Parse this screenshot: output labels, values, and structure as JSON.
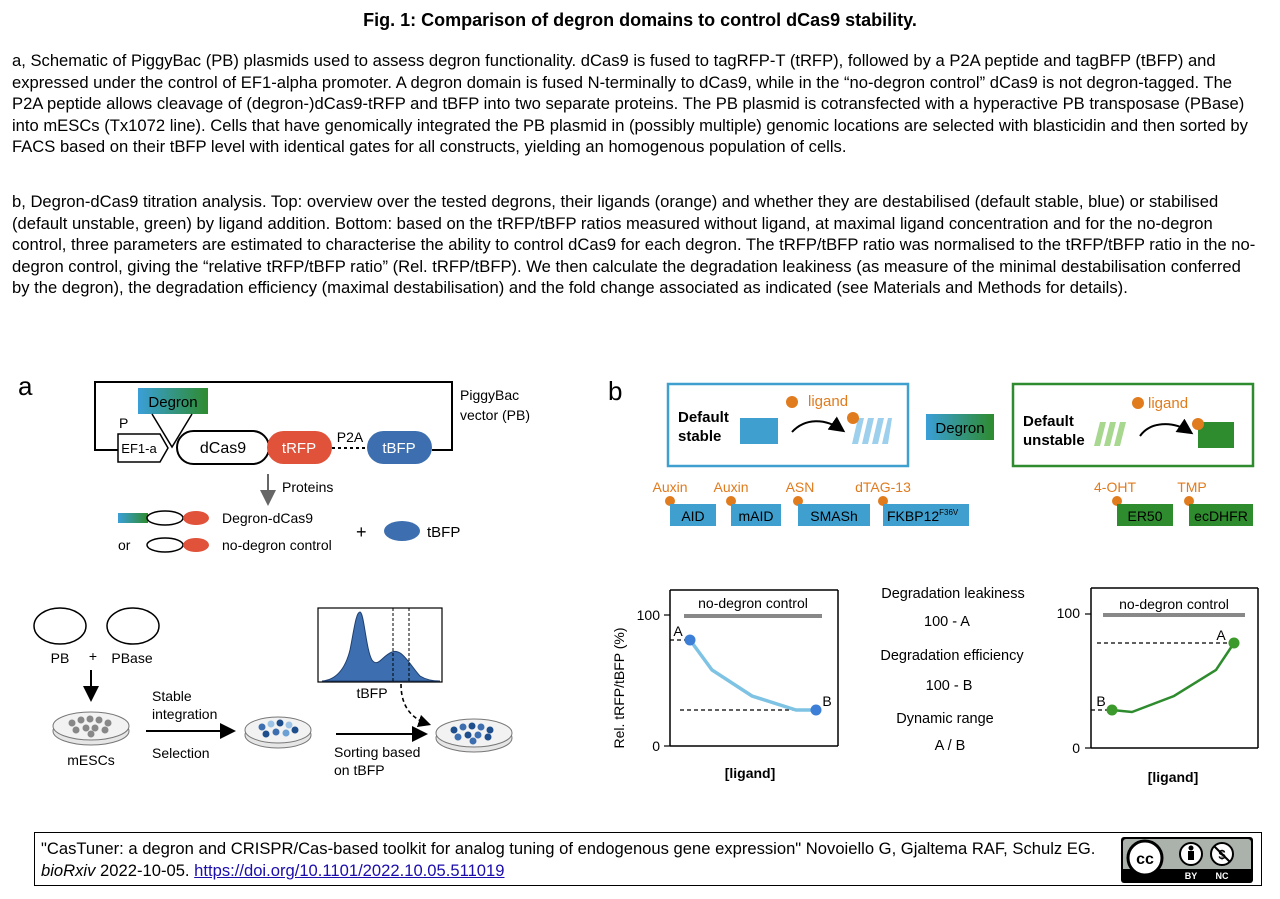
{
  "title": "Fig. 1: Comparison of degron domains to control dCas9 stability.",
  "legend": {
    "para_a": "a, Schematic of PiggyBac (PB) plasmids used to assess degron functionality. dCas9 is fused to tagRFP-T (tRFP), followed by a P2A peptide and tagBFP (tBFP) and expressed under the control of EF1-alpha promoter. A degron domain is fused N-terminally to dCas9, while in the “no-degron control” dCas9 is not degron-tagged. The P2A peptide allows cleavage of (degron-)dCas9-tRFP and tBFP into two separate proteins. The PB plasmid is cotransfected with a hyperactive PB transposase (PBase) into mESCs (Tx1072 line). Cells that have genomically integrated the PB plasmid in (possibly multiple) genomic locations are selected with blasticidin and then sorted by FACS based on their tBFP level with identical gates for all constructs, yielding an homogenous population of cells.",
    "para_b": "b, Degron-dCas9 titration analysis. Top: overview over the tested degrons, their ligands (orange) and whether they are destabilised (default stable, blue) or stabilised (default unstable, green) by ligand addition. Bottom: based on the tRFP/tBFP ratios measured without ligand, at maximal ligand concentration and for the no-degron control, three parameters are estimated to characterise the ability to control dCas9 for each degron. The tRFP/tBFP ratio was normalised to the tRFP/tBFP ratio in the no-degron control, giving the “relative tRFP/tBFP ratio” (Rel. tRFP/tBFP). We then calculate the degradation leakiness (as measure of the minimal destabilisation conferred by the degron), the degradation efficiency (maximal destabilisation) and the fold change associated as indicated (see Materials and Methods for details)."
  },
  "panel_a": {
    "letter": "a",
    "vector_label_1": "PiggyBac",
    "vector_label_2": "vector (PB)",
    "degron": "Degron",
    "promoter_p": "P",
    "promoter": "EF1-a",
    "dcas9": "dCas9",
    "trfp": "tRFP",
    "p2a": "P2A",
    "tbfp": "tBFP",
    "proteins": "Proteins",
    "degron_dcas9": "Degron-dCas9",
    "or": "or",
    "no_degron": "no-degron control",
    "plus": "+",
    "tbfp_protein": "tBFP",
    "pb": "PB",
    "plus2": "+",
    "pbase": "PBase",
    "stable_1": "Stable",
    "stable_2": "integration",
    "selection": "Selection",
    "mescs": "mESCs",
    "histogram_label": "tBFP",
    "sorting_1": "Sorting based",
    "sorting_2": "on tBFP"
  },
  "panel_b": {
    "letter": "b",
    "default_stable_1": "Default",
    "default_stable_2": "stable",
    "ligand_1": "ligand",
    "degron_box": "Degron",
    "default_unstable_1": "Default",
    "default_unstable_2": "unstable",
    "ligand_2": "ligand",
    "degrons_stable": [
      {
        "name": "AID",
        "ligand": "Auxin"
      },
      {
        "name": "mAID",
        "ligand": "Auxin"
      },
      {
        "name": "SMASh",
        "ligand": "ASN"
      },
      {
        "name": "FKBP12",
        "sup": "F36V",
        "ligand": "dTAG-13"
      }
    ],
    "degrons_unstable": [
      {
        "name": "ER50",
        "ligand": "4-OHT"
      },
      {
        "name": "ecDHFR",
        "ligand": "TMP"
      }
    ],
    "ylabel": "Rel. tRFP/tBFP (%)",
    "xlabel": "[ligand]",
    "control_label": "no-degron control",
    "tick_100": "100",
    "tick_0": "0",
    "point_a": "A",
    "point_b": "B",
    "param_1": "Degradation leakiness",
    "param_1_formula": "100 - A",
    "param_2": "Degradation efficiency",
    "param_2_formula": "100 - B",
    "param_3": "Dynamic range",
    "param_3_formula": "A / B"
  },
  "colors": {
    "stable_blue": "#3fa0d0",
    "unstable_green": "#2e8b2e",
    "ligand_orange": "#e07b1e",
    "trfp_red": "#e0523a",
    "tbfp_blue": "#3d6fb0",
    "degron_gradient_start": "#3a9fd8",
    "degron_gradient_end": "#2e8b2e"
  },
  "citation": {
    "text_1": "\"CasTuner: a degron and CRISPR/Cas-based toolkit for analog tuning of endogenous gene expression\" Novoiello G, Gjaltema RAF, Schulz EG.",
    "journal": "bioRxiv",
    "date": "2022-10-05.",
    "doi": "https://doi.org/10.1101/2022.10.05.511019",
    "license_by": "BY",
    "license_nc": "NC",
    "license_cc": "cc"
  }
}
